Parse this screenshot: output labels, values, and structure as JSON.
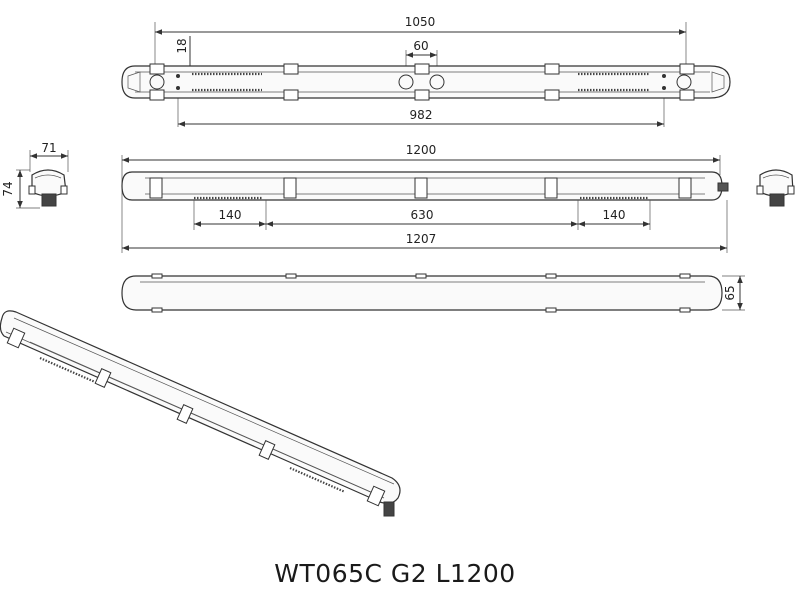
{
  "title": "WT065C G2 L1200",
  "dimensions": {
    "top_overall": "1050",
    "top_side_gap": "18",
    "top_center_spacing": "60",
    "top_mount_spacing": "982",
    "end_width": "71",
    "end_height": "74",
    "side_length": "1200",
    "side_left_segment": "140",
    "side_center_segment": "630",
    "side_right_segment": "140",
    "side_total_length": "1207",
    "bottom_height": "65"
  },
  "colors": {
    "line": "#333333",
    "background": "#ffffff"
  }
}
